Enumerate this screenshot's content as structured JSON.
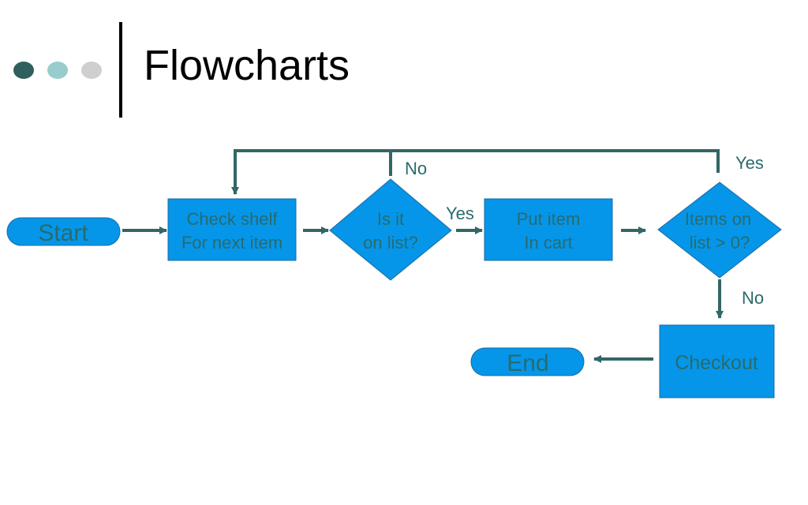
{
  "slide": {
    "title": "Flowcharts",
    "bullet_dot_colors": [
      "#2f5f5f",
      "#99cccc",
      "#cfcfcf"
    ]
  },
  "diagram": {
    "colors": {
      "fill": "#0596ea",
      "stroke": "#1a6aa0",
      "text": "#2a6b6b",
      "connector": "#336666"
    },
    "nodes": {
      "start": {
        "shape": "terminator",
        "lines": [
          "Start"
        ]
      },
      "check_shelf": {
        "shape": "process",
        "lines": [
          "Check shelf",
          "For next item"
        ]
      },
      "on_list": {
        "shape": "decision",
        "lines": [
          "Is it",
          "on list?"
        ]
      },
      "put_item": {
        "shape": "process",
        "lines": [
          "Put item",
          "In cart"
        ]
      },
      "items_left": {
        "shape": "decision",
        "lines": [
          "Items on",
          "list > 0?"
        ]
      },
      "checkout": {
        "shape": "process",
        "lines": [
          "Checkout"
        ]
      },
      "end": {
        "shape": "terminator",
        "lines": [
          "End"
        ]
      }
    },
    "edge_labels": {
      "on_list_no": "No",
      "on_list_yes": "Yes",
      "items_left_yes": "Yes",
      "items_left_no": "No"
    }
  }
}
